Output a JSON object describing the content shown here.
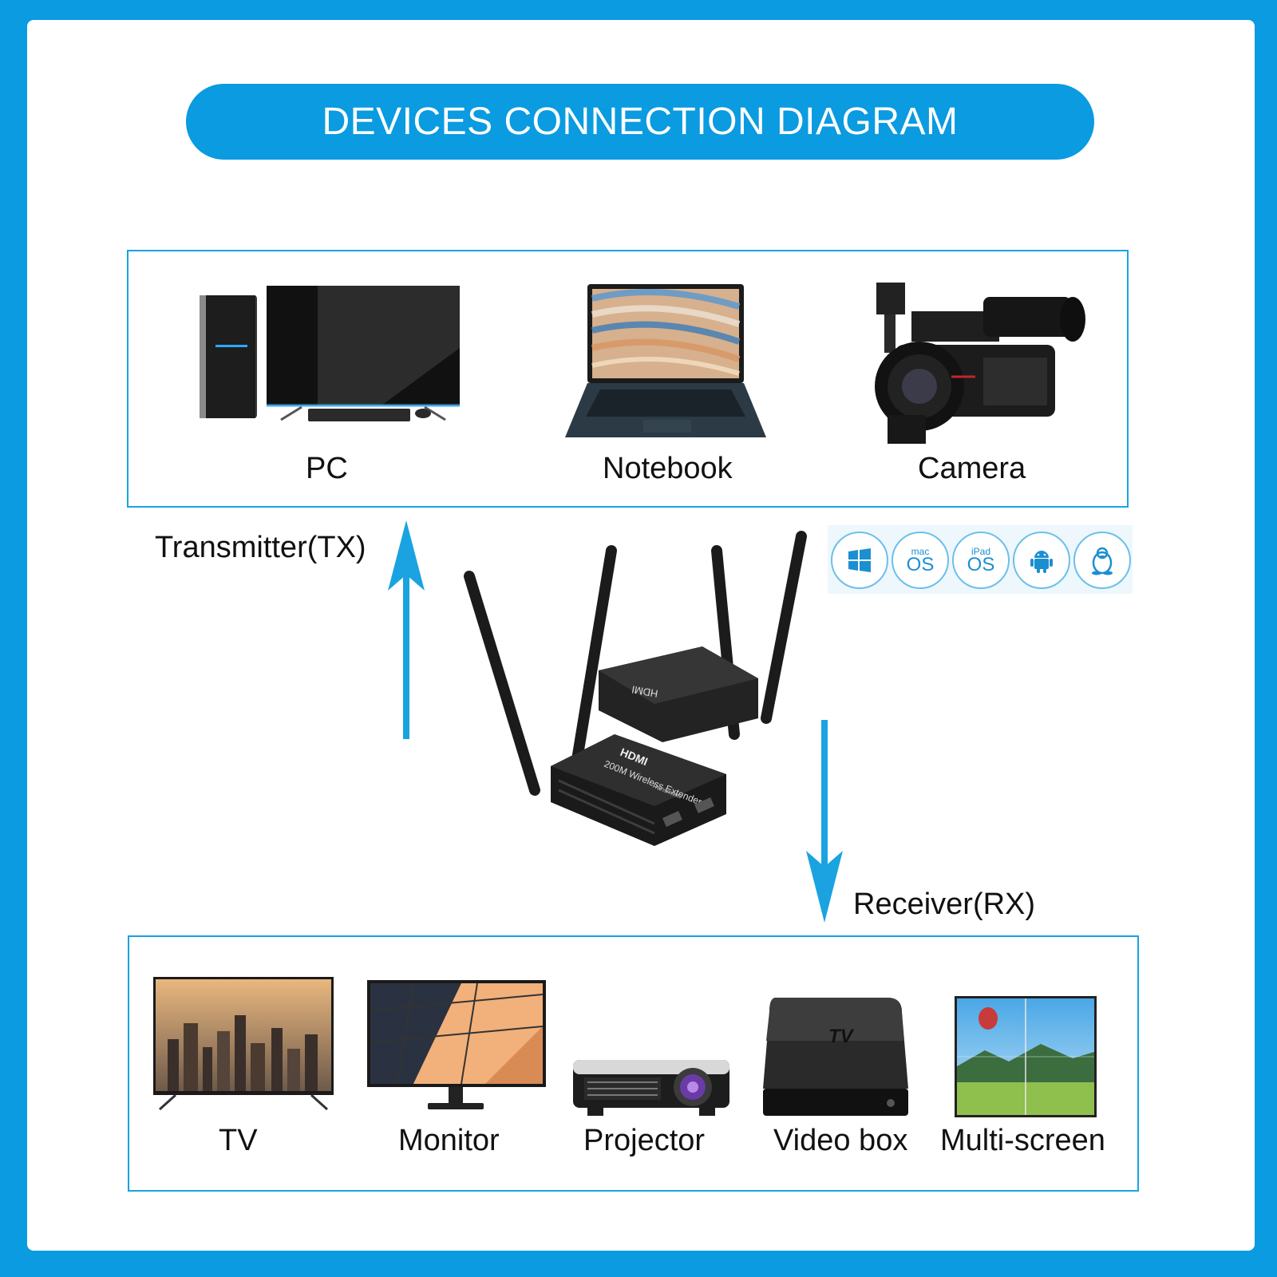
{
  "title": "DEVICES CONNECTION DIAGRAM",
  "transmitter": {
    "label": "Transmitter(TX)",
    "devices": [
      {
        "name": "PC"
      },
      {
        "name": "Notebook"
      },
      {
        "name": "Camera"
      }
    ]
  },
  "receiver": {
    "label": "Receiver(RX)",
    "devices": [
      {
        "name": "TV"
      },
      {
        "name": "Monitor"
      },
      {
        "name": "Projector"
      },
      {
        "name": "Video box"
      },
      {
        "name": "Multi-screen"
      }
    ]
  },
  "os_icons": [
    {
      "icon": "windows-icon",
      "small": "",
      "big": ""
    },
    {
      "icon": "macos-icon",
      "small": "mac",
      "big": "OS"
    },
    {
      "icon": "ipados-icon",
      "small": "iPad",
      "big": "OS"
    },
    {
      "icon": "android-icon",
      "small": "",
      "big": ""
    },
    {
      "icon": "linux-icon",
      "small": "",
      "big": ""
    }
  ],
  "device_text": {
    "hdmi": "HDMI",
    "product": "200M Wireless Extender",
    "unit": "Transmitter",
    "video_box_logo": "TV"
  },
  "colors": {
    "accent": "#0a9be0",
    "box_border": "#1aa3e0",
    "arrow": "#1aa3e0"
  }
}
